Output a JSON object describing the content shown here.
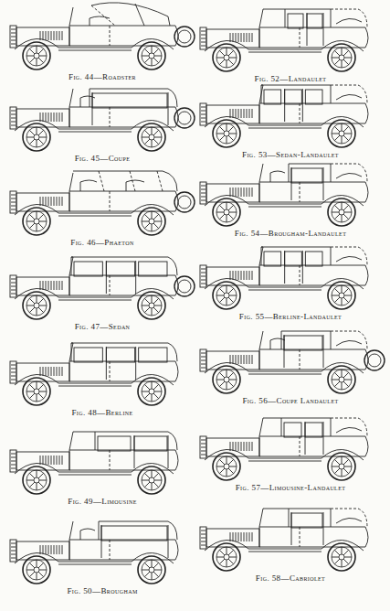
{
  "diagram": {
    "labels": [
      "Fig. 44—Roadster",
      "Fig. 45—Coupe",
      "Fig. 46—Phaeton",
      "Fig. 47—Sedan",
      "Fig. 48—Berline",
      "Fig. 49—Limousine",
      "Fig. 50—Brougham",
      "Fig. 52—Landaulet",
      "Fig. 53—Sedan-Landaulet",
      "Fig. 54—Brougham-Landaulet",
      "Fig. 55—Berline-Landaulet",
      "Fig. 56—Coupe Landaulet",
      "Fig. 57—Limousine-Landaulet",
      "Fig. 58—Cabriolet"
    ]
  }
}
